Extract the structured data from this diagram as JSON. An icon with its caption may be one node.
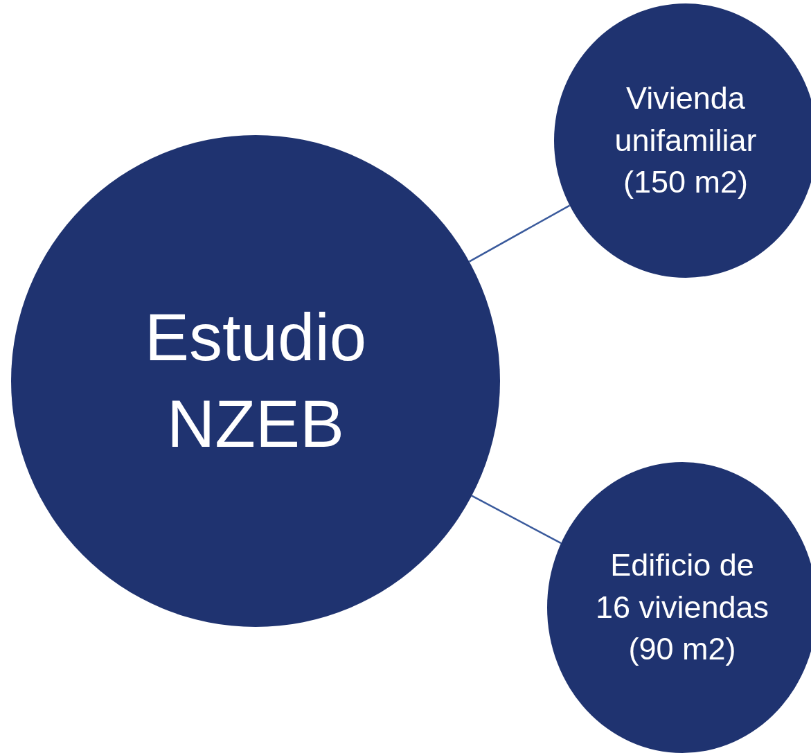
{
  "diagram": {
    "nodes": [
      {
        "text": [
          "Estudio NZEB"
        ]
      },
      {
        "text": [
          "Vivienda unifamiliar (150 m2)"
        ]
      },
      {
        "text": [
          "Edificio de 16 viviendas (90 m2)"
        ]
      }
    ],
    "edges": [
      {
        "from": 0,
        "to": 1,
        "arrow": "none"
      },
      {
        "from": 0,
        "to": 2,
        "arrow": "none"
      }
    ]
  }
}
